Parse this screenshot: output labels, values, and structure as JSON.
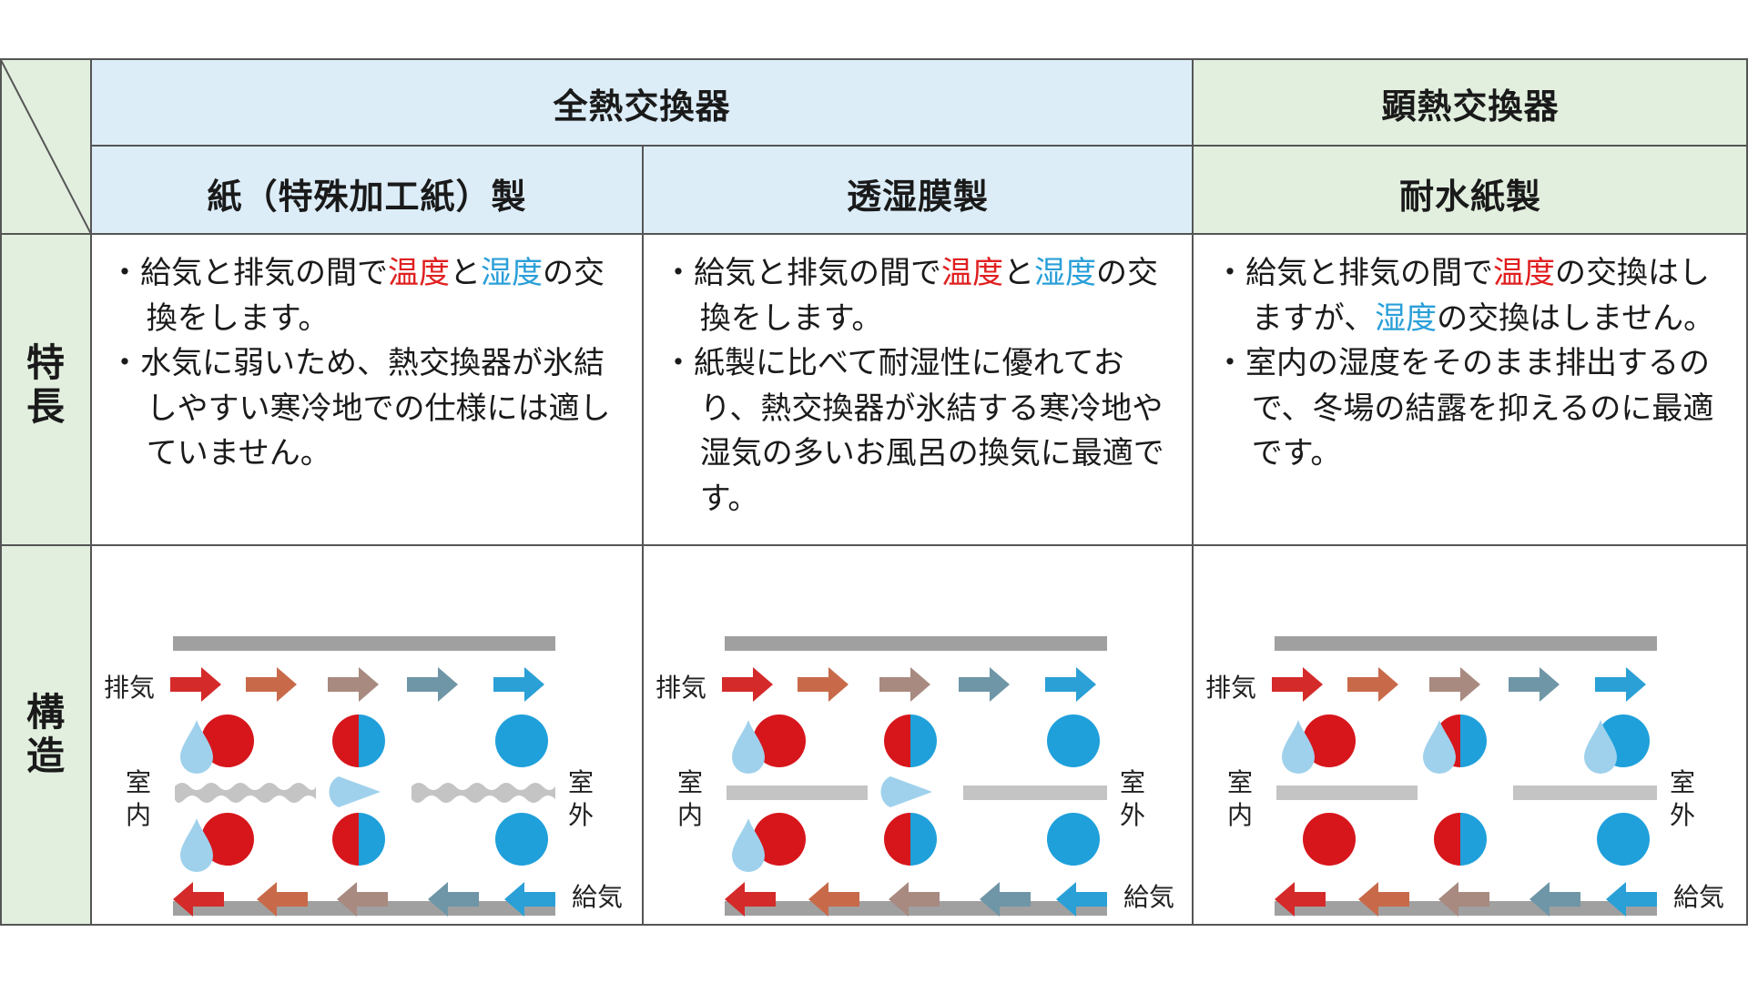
{
  "header": {
    "total_exchanger": "全熱交換器",
    "sensible_exchanger": "顕熱交換器",
    "types": [
      "紙（特殊加工紙）製",
      "透湿膜製",
      "耐水紙製"
    ]
  },
  "row_labels": {
    "features": [
      "特",
      "長"
    ],
    "structure": [
      "構",
      "造"
    ]
  },
  "features": {
    "paper": {
      "p1": {
        "a": "給気と排気の間で",
        "b": "温度",
        "c": "と",
        "d": "湿度",
        "e": "の交換をします。"
      },
      "p2": "水気に弱いため、熱交換器が氷結しやすい寒冷地での仕様には適していません。"
    },
    "membrane": {
      "p1": {
        "a": "給気と排気の間で",
        "b": "温度",
        "c": "と",
        "d": "湿度",
        "e": "の交換をします。"
      },
      "p2": "紙製に比べて耐湿性に優れており、熱交換器が氷結する寒冷地や湿気の多いお風呂の換気に最適です。"
    },
    "waterproof": {
      "p1": {
        "a": "給気と排気の間で",
        "b": "温度",
        "c": "の交換はしますが、",
        "d": "湿度",
        "e": "の交換はしません。"
      },
      "p2": "室内の湿度をそのまま排出するので、冬場の結露を抑えるのに最適です。"
    }
  },
  "diagram_labels": {
    "exhaust": "排気",
    "supply": "給気",
    "indoor": [
      "室",
      "内"
    ],
    "outdoor": [
      "室",
      "外"
    ]
  },
  "colors": {
    "header_blue": "#dcedf8",
    "header_green": "#e2efdf",
    "hot_text": "#e02020",
    "humid_text": "#2a9fd8",
    "arrow_gradient": [
      "#d42a2a",
      "#c86a4a",
      "#a88a80",
      "#6f96a6",
      "#2aa0d6"
    ],
    "circle_red": "#d7161c",
    "circle_blue": "#1fa0db",
    "drop": "#9fd1ec",
    "gray_bar": "#a0a0a0"
  }
}
